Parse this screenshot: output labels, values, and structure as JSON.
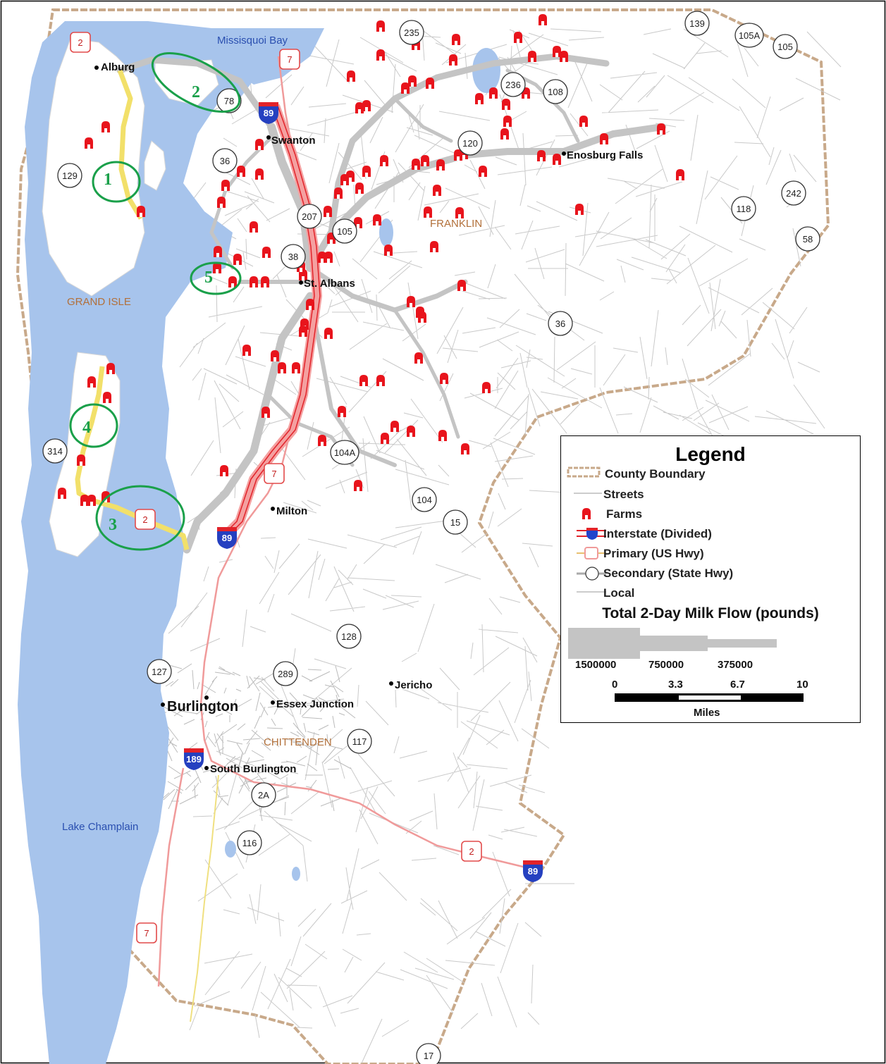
{
  "water_labels": {
    "missisquoi_bay": "Missisquoi Bay",
    "lake_champlain": "Lake Champlain"
  },
  "county_labels": {
    "grand_isle": "GRAND ISLE",
    "franklin": "FRANKLIN",
    "chittenden": "CHITTENDEN"
  },
  "towns": {
    "alburg": "Alburg",
    "swanton": "Swanton",
    "enosburg": "Enosburg Falls",
    "st_albans": "St. Albans",
    "milton": "Milton",
    "jericho": "Jericho",
    "burlington": "Burlington",
    "essex": "Essex Junction",
    "south_burlington": "South Burlington"
  },
  "shields": {
    "state": [
      "235",
      "139",
      "105A",
      "105",
      "78",
      "236",
      "108",
      "120",
      "36",
      "129",
      "207",
      "105",
      "38",
      "242",
      "118",
      "58",
      "36",
      "314",
      "104A",
      "104",
      "15",
      "128",
      "127",
      "289",
      "117",
      "2A",
      "116",
      "17"
    ],
    "us": [
      "2",
      "7",
      "7",
      "2",
      "2",
      "7"
    ],
    "interstate": [
      "89",
      "89",
      "189",
      "89"
    ]
  },
  "annotations": [
    "1",
    "2",
    "3",
    "4",
    "5"
  ],
  "legend": {
    "title": "Legend",
    "county_boundary": "County Boundary",
    "streets": "Streets",
    "farms": "Farms",
    "interstate": "Interstate (Divided)",
    "primary": "Primary (US Hwy)",
    "secondary": "Secondary (State Hwy)",
    "local": "Local",
    "flow_title": "Total 2-Day Milk Flow (pounds)",
    "flow_values": [
      "1500000",
      "750000",
      "375000"
    ],
    "scale_ticks": [
      "0",
      "3.3",
      "6.7",
      "10"
    ],
    "scale_unit": "Miles"
  },
  "colors": {
    "water": "#a7c4ec",
    "county_boundary": "#c8a98a",
    "farm": "#e8141c",
    "flow": "#c4c4c4",
    "interstate": "#e2232a",
    "primary": "#f09a9a",
    "local_hwy": "#e8d560",
    "annotation": "#1aa04a"
  }
}
